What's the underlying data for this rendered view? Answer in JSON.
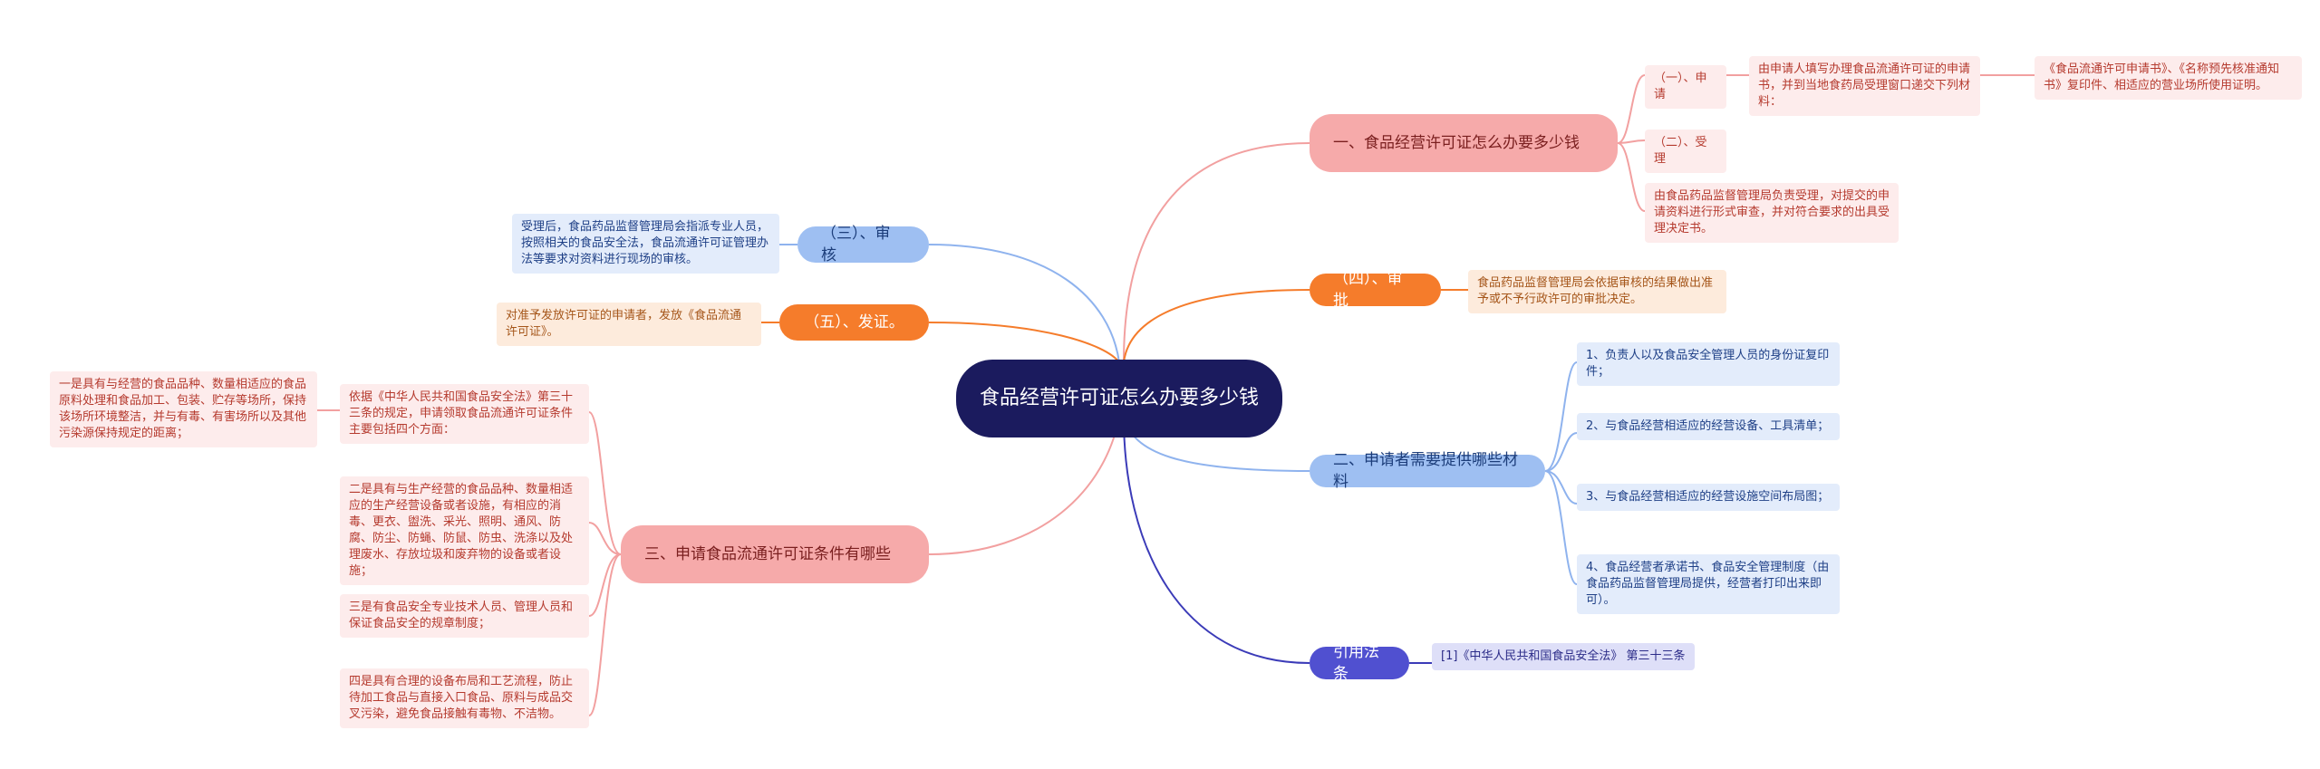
{
  "root": "食品经营许可证怎么办要多少钱",
  "branches": {
    "b1": {
      "label": "一、食品经营许可证怎么办要多少钱",
      "c1": "（一）、申请",
      "c1_desc": "由申请人填写办理食品流通许可证的申请书，并到当地食药局受理窗口递交下列材料：",
      "c1_desc2": "《食品流通许可申请书》、《名称预先核准通知书》复印件、相适应的营业场所使用证明。",
      "c2": "（二）、受理",
      "c3": "由食品药品监督管理局负责受理，对提交的申请资料进行形式审查，并对符合要求的出具受理决定书。"
    },
    "b4": {
      "label": "（四）、审批",
      "desc": "食品药品监督管理局会依据审核的结果做出准予或不予行政许可的审批决定。"
    },
    "b2": {
      "label": "二、申请者需要提供哪些材料",
      "items": [
        "1、负责人以及食品安全管理人员的身份证复印件；",
        "2、与食品经营相适应的经营设备、工具清单；",
        "3、与食品经营相适应的经营设施空间布局图；",
        "4、食品经营者承诺书、食品安全管理制度（由食品药品监督管理局提供，经营者打印出来即可）。"
      ]
    },
    "ref": {
      "label": "引用法条",
      "desc": "[1]《中华人民共和国食品安全法》 第三十三条"
    },
    "b3": {
      "label": "（三）、审核",
      "desc": "受理后，食品药品监督管理局会指派专业人员，按照相关的食品安全法，食品流通许可证管理办法等要求对资料进行现场的审核。"
    },
    "b5": {
      "label": "（五）、发证。",
      "desc": "对准予发放许可证的申请者，发放《食品流通许可证》。"
    },
    "b6": {
      "label": "三、申请食品流通许可证条件有哪些",
      "intro": "依据《中华人民共和国食品安全法》第三十三条的规定，申请领取食品流通许可证条件主要包括四个方面：",
      "intro_sub": "一是具有与经营的食品品种、数量相适应的食品原料处理和食品加工、包装、贮存等场所，保持该场所环境整洁，并与有毒、有害场所以及其他污染源保持规定的距离；",
      "items": [
        "二是具有与生产经营的食品品种、数量相适应的生产经营设备或者设施，有相应的消毒、更衣、盥洗、采光、照明、通风、防腐、防尘、防蝇、防鼠、防虫、洗涤以及处理废水、存放垃圾和废弃物的设备或者设施；",
        "三是有食品安全专业技术人员、管理人员和保证食品安全的规章制度；",
        "四是具有合理的设备布局和工艺流程，防止待加工食品与直接入口食品、原料与成品交叉污染，避免食品接触有毒物、不洁物。"
      ]
    }
  },
  "colors": {
    "root": "#1b1b5e",
    "pink": "#f6aaaa",
    "blue": "#9ebff2",
    "orange": "#f57c2b",
    "indigo": "#5050d0"
  }
}
